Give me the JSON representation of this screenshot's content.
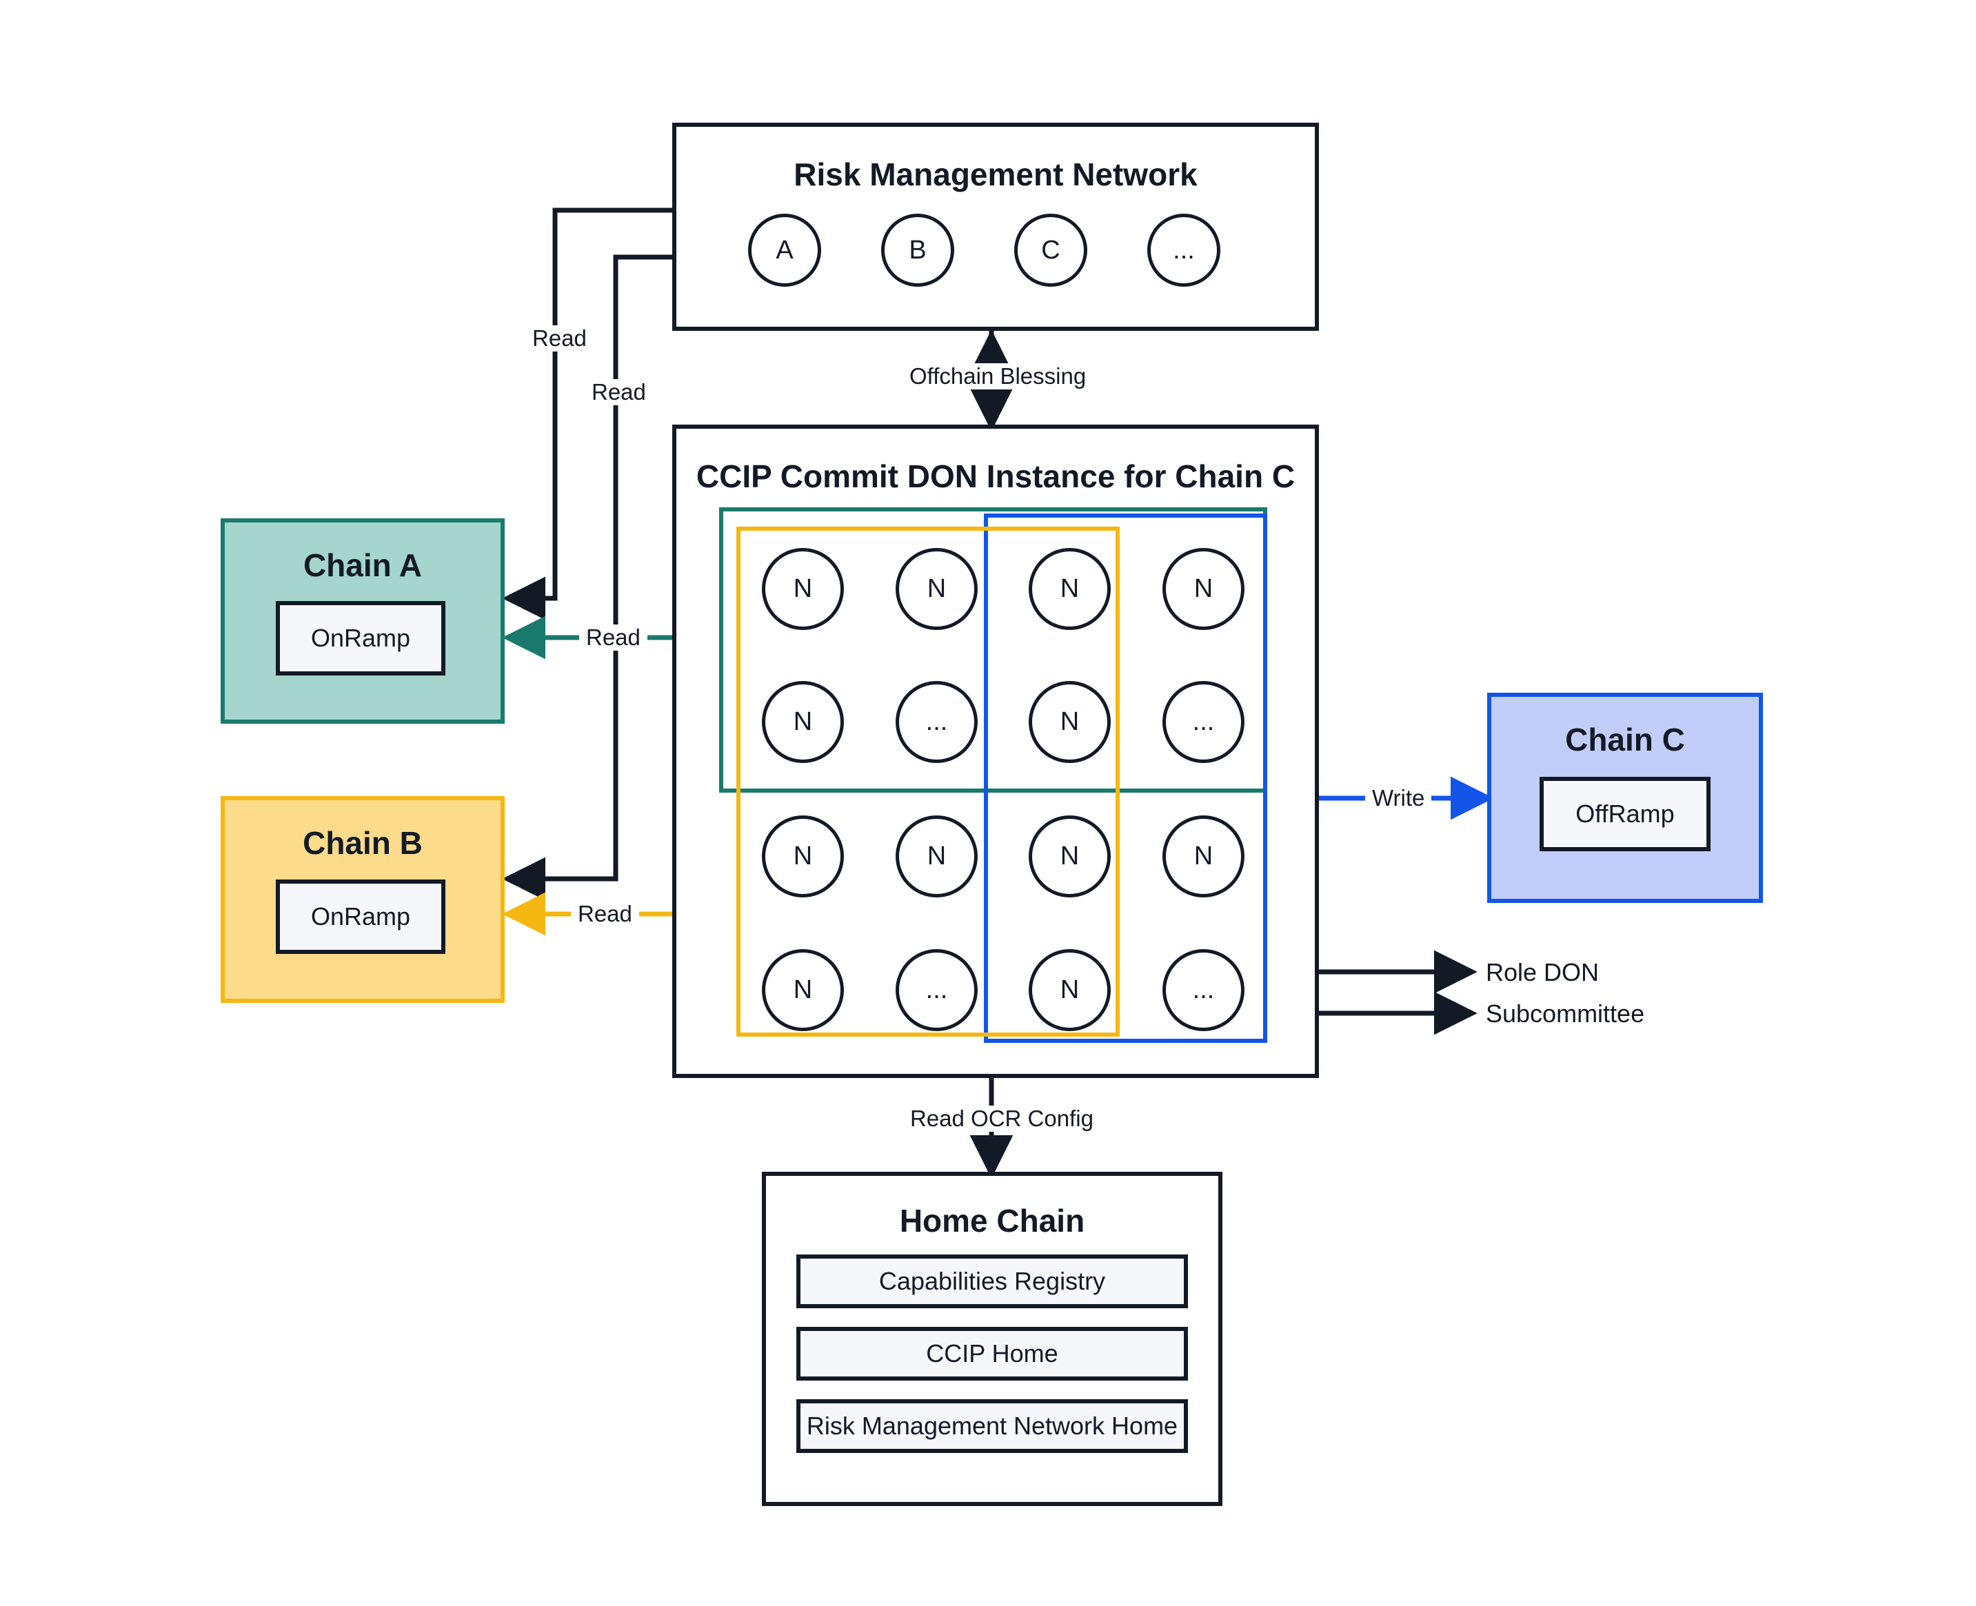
{
  "diagram": {
    "title_hidden": "CCIP Commit DON architecture",
    "colors": {
      "teal": "#1a7a6e",
      "amber": "#f5b711",
      "blue": "#1355e8",
      "ink": "#131a26",
      "chain_a_fill": "#a5d5cc",
      "chain_b_fill": "#fcdb8a",
      "chain_c_fill": "#c2cef9",
      "inner_fill": "#f5f7fb"
    }
  },
  "rmn": {
    "title": "Risk Management Network",
    "nodes": [
      "A",
      "B",
      "C",
      "..."
    ]
  },
  "don": {
    "title": "CCIP Commit DON Instance for Chain C",
    "nodes": [
      [
        "N",
        "N",
        "N",
        "N"
      ],
      [
        "N",
        "...",
        "N",
        "..."
      ],
      [
        "N",
        "N",
        "N",
        "N"
      ],
      [
        "N",
        "...",
        "N",
        "..."
      ]
    ]
  },
  "chain_a": {
    "title": "Chain A",
    "component": "OnRamp"
  },
  "chain_b": {
    "title": "Chain B",
    "component": "OnRamp"
  },
  "chain_c": {
    "title": "Chain C",
    "component": "OffRamp"
  },
  "home_chain": {
    "title": "Home Chain",
    "components": [
      "Capabilities Registry",
      "CCIP Home",
      "Risk Management Network Home"
    ]
  },
  "edges": {
    "offchain_blessing": "Offchain Blessing",
    "read_rmn_a": "Read",
    "read_rmn_b": "Read",
    "read_don_a": "Read",
    "read_don_b": "Read",
    "write_chain_c": "Write",
    "read_ocr_config": "Read OCR Config"
  },
  "legend": {
    "role_don": "Role DON",
    "subcommittee": "Subcommittee"
  }
}
